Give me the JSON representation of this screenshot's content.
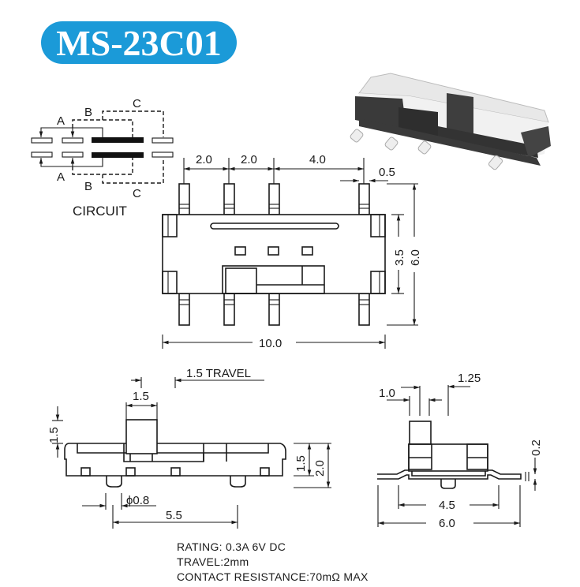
{
  "title": "MS-23C01",
  "colors": {
    "title_bg": "#1b9ad8",
    "line": "#1a1a1a"
  },
  "circuit": {
    "label": "CIRCUIT",
    "terminals": [
      "A",
      "B",
      "C"
    ]
  },
  "top_view": {
    "pitch_1": "2.0",
    "pitch_2": "2.0",
    "pitch_3": "4.0",
    "pin_width": "0.5",
    "body_depth": "3.5",
    "overall_depth": "6.0",
    "length": "10.0"
  },
  "side_view": {
    "travel": "1.5 TRAVEL",
    "actuator_width": "1.5",
    "actuator_height": "1.5",
    "body_height": "1.5",
    "overall_height": "2.0",
    "peg_diameter": "ϕ0.8",
    "peg_spacing": "5.5"
  },
  "end_view": {
    "actuator_thickness": "1.0",
    "offset": "1.25",
    "lead_thickness": "0.2",
    "body_width": "4.5",
    "overall_width": "6.0"
  },
  "specs": [
    "RATING: 0.3A 6V DC",
    "TRAVEL:2mm",
    "CONTACT RESISTANCE:70mΩ  MAX"
  ]
}
